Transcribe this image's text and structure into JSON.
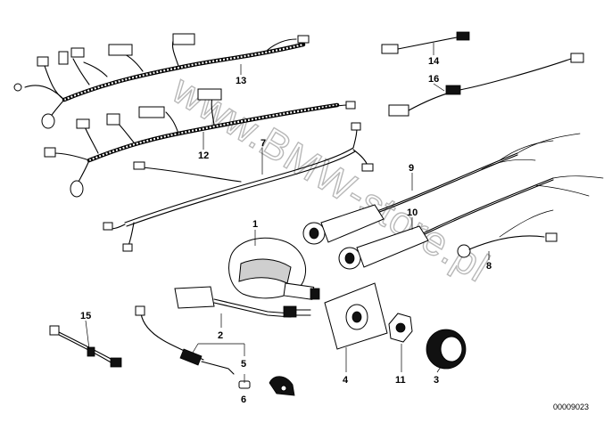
{
  "callouts": {
    "c1": "1",
    "c2": "2",
    "c3": "3",
    "c4": "4",
    "c5": "5",
    "c6": "6",
    "c7": "7",
    "c8": "8",
    "c9": "9",
    "c10": "10",
    "c11": "11",
    "c12": "12",
    "c13": "13",
    "c14": "14",
    "c15": "15",
    "c16": "16"
  },
  "watermark": "www.BMW-store.pl",
  "document_number": "00009023"
}
